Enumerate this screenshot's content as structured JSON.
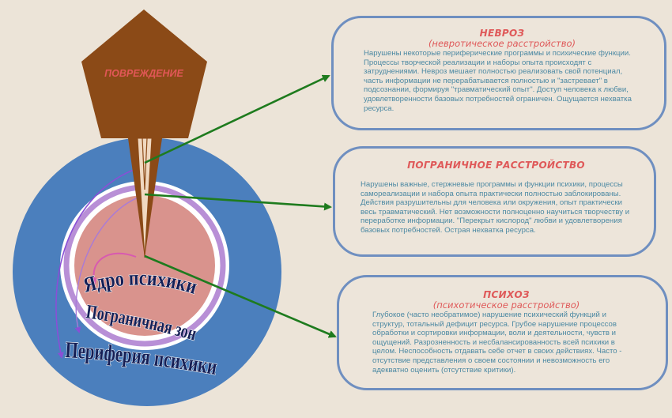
{
  "diagram": {
    "damage_label": "ПОВРЕЖДЕНИЕ",
    "core_label": "Ядро психики",
    "border_label": "Пограничная зона",
    "periphery_label": "Периферия психики"
  },
  "boxes": {
    "neuroz": {
      "title": "НЕВРОЗ",
      "subtitle": "(невротическое расстройство)",
      "text": "Нарушены некоторые периферические программы и психические функции. Процессы творческой реализации и наборы опыта происходят с затруднениями. Невроз мешает полностью реализовать свой потенциал, часть информации не перерабатывается полностью и \"застревает\" в подсознании, формируя \"травматический опыт\". Доступ человека к любви, удовлетворенности базовых потребностей ограничен. Ощущается нехватка ресурса."
    },
    "border": {
      "title": "ПОГРАНИЧНОЕ РАССТРОЙСТВО",
      "text": "Нарушены важные, стержневые программы и функции психики, процессы самореализации и набора опыта практически полностью заблокированы. Действия разрушительны для человека или окружения, опыт практически весь травматический. Нет возможности полноценно научиться творчеству и переработке информации. \"Перекрыт кислород\" любви и удовлетворения базовых потребностей. Острая нехватка ресурса."
    },
    "psychoz": {
      "title": "ПСИХОЗ",
      "subtitle": "(психотическое расстройство)",
      "text": "Глубокое (часто необратимое) нарушение психический функций и структур, тотальный дефицит ресурса. Грубое нарушение процессов обработки и сортировки информации, воли и деятельности, чувств и ощущений. Разрозненность и несбалансированность всей психики в целом. Неспособность отдавать себе отчет в своих действиях. Часто - отсутствие представления о своем состоянии и невозможность его адекватно оценить (отсутствие критики)."
    }
  },
  "colors": {
    "background": "#ece4d8",
    "periphery": "#4b7fbd",
    "core": "#d9938d",
    "damage": "#8b4a17",
    "arrow": "#1e7b1e",
    "box_border": "#6f8fc0",
    "title": "#df5959",
    "body_text": "#4c89a3",
    "label_fill": "#151f56",
    "purple_arrow": "#8a4fd6"
  }
}
